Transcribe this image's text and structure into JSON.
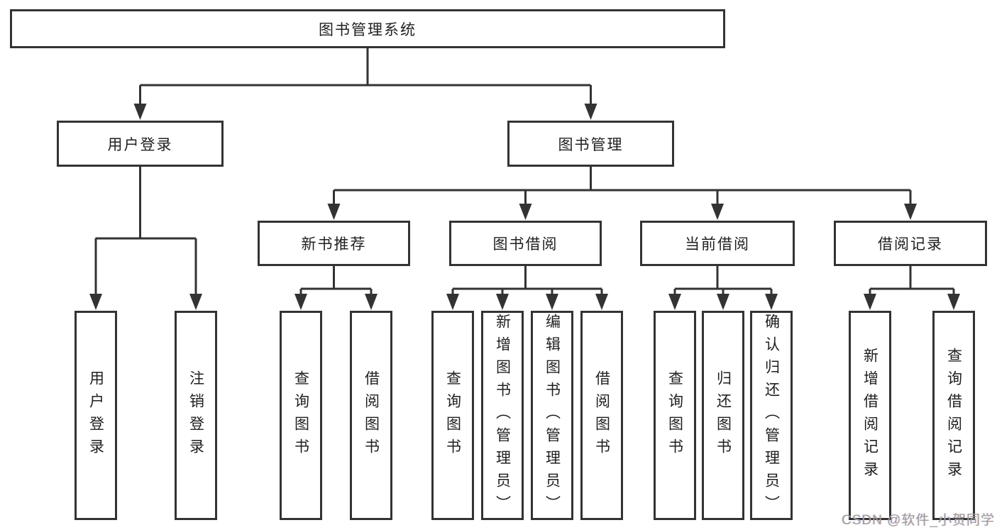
{
  "diagram": {
    "root": "图书管理系统",
    "branches": [
      {
        "label": "用户登录",
        "leaves": [
          "用户登录",
          "注销登录"
        ]
      },
      {
        "label": "图书管理",
        "children": [
          {
            "label": "新书推荐",
            "leaves": [
              "查询图书",
              "借阅图书"
            ]
          },
          {
            "label": "图书借阅",
            "leaves": [
              "查询图书",
              "新增图书（管理员）",
              "编辑图书（管理员）",
              "借阅图书"
            ]
          },
          {
            "label": "当前借阅",
            "leaves": [
              "查询图书",
              "归还图书",
              "确认归还（管理员）"
            ]
          },
          {
            "label": "借阅记录",
            "leaves": [
              "新增借阅记录",
              "查询借阅记录"
            ]
          }
        ]
      }
    ]
  },
  "watermark": "CSDN @软件_小贺同学",
  "colors": {
    "line": "#333333",
    "box_border": "#333333",
    "text": "#1f1f1f",
    "background": "#ffffff",
    "watermark": "#9e9e9e"
  }
}
